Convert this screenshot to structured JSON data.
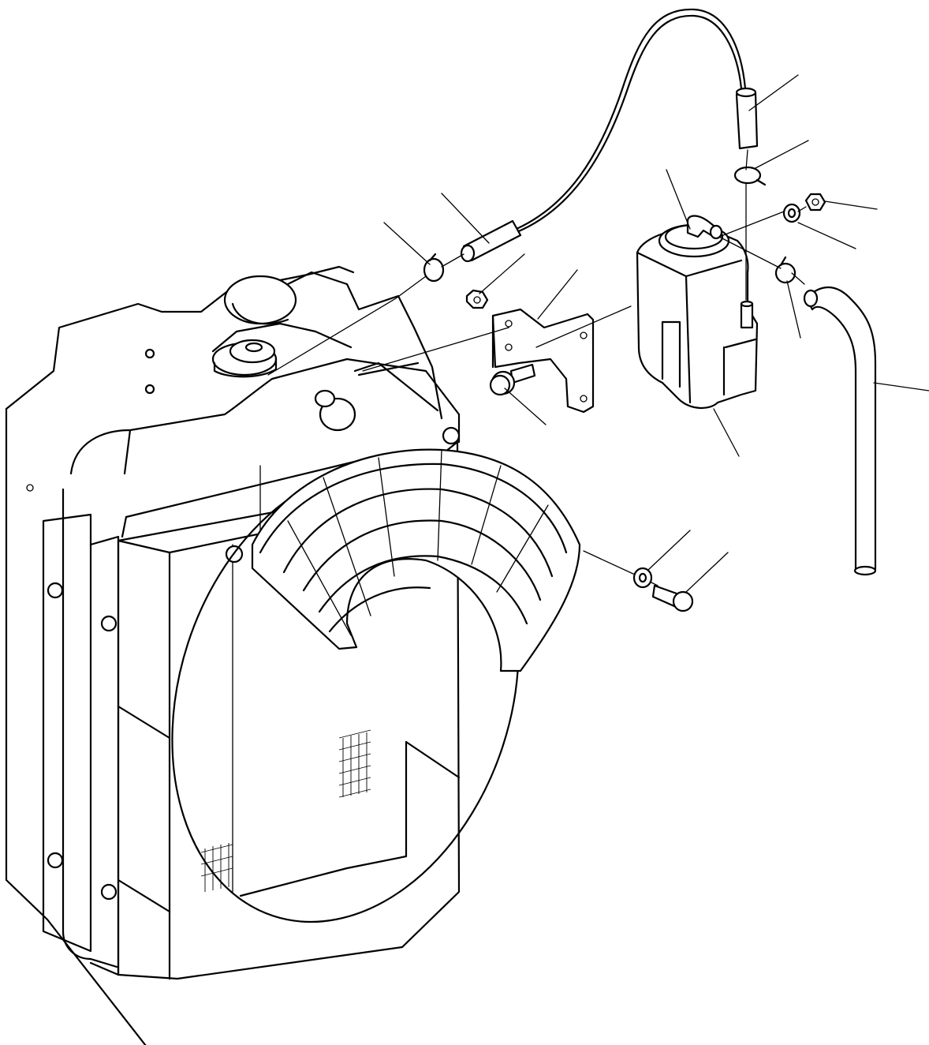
{
  "drawing": {
    "kind": "exploded parts diagram",
    "background": "#ffffff",
    "line_color": "#000000"
  },
  "parts": [
    {
      "id": "radiator-assembly",
      "icon": "radiator-icon"
    },
    {
      "id": "radiator-cap",
      "icon": "cap-icon"
    },
    {
      "id": "fan-guard",
      "icon": "fan-guard-icon"
    },
    {
      "id": "fan-shroud",
      "icon": "shroud-icon"
    },
    {
      "id": "overflow-hose",
      "icon": "hose-icon"
    },
    {
      "id": "short-hose",
      "icon": "hose-icon"
    },
    {
      "id": "hose-clamp-left",
      "icon": "clamp-icon"
    },
    {
      "id": "hose-clamp-top",
      "icon": "clamp-icon"
    },
    {
      "id": "hose-clamp-right",
      "icon": "clamp-icon"
    },
    {
      "id": "reservoir-tank",
      "icon": "tank-icon"
    },
    {
      "id": "mounting-bracket",
      "icon": "bracket-icon"
    },
    {
      "id": "bracket-bolt",
      "icon": "bolt-icon"
    },
    {
      "id": "bracket-nut",
      "icon": "nut-icon"
    },
    {
      "id": "tank-nut",
      "icon": "nut-icon"
    },
    {
      "id": "tank-washer",
      "icon": "washer-icon"
    },
    {
      "id": "drain-hose",
      "icon": "hose-icon"
    },
    {
      "id": "guard-washer",
      "icon": "washer-icon"
    },
    {
      "id": "guard-bolt",
      "icon": "bolt-icon"
    }
  ]
}
